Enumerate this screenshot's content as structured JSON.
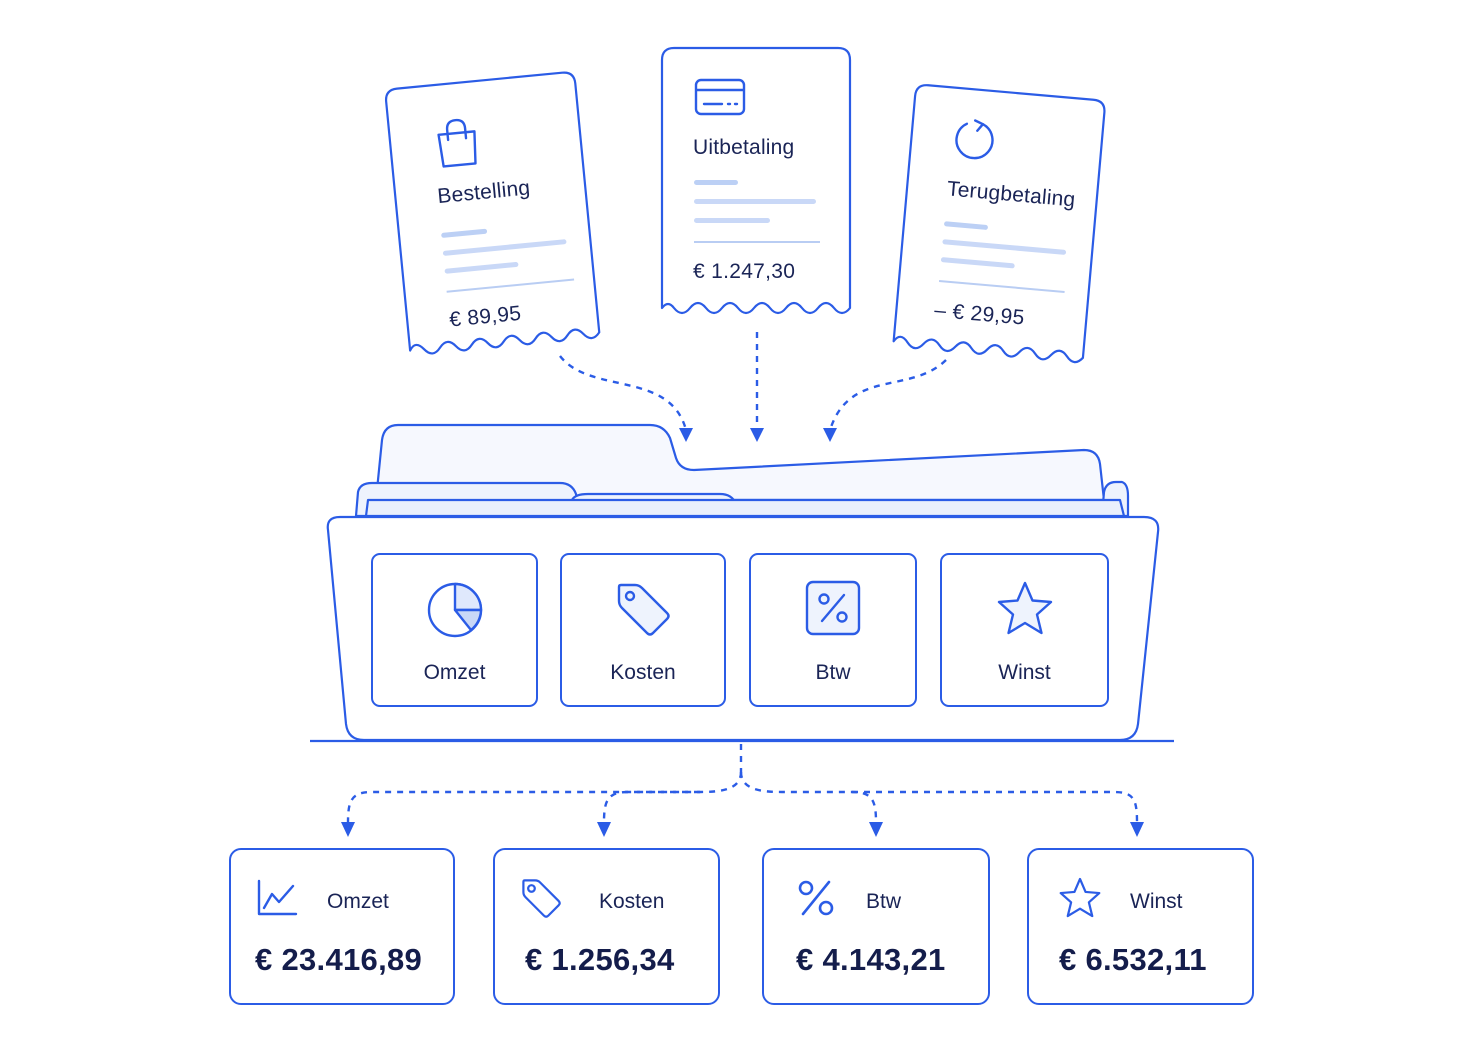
{
  "receipts": [
    {
      "id": "order",
      "icon": "shopping-bag-icon",
      "title": "Bestelling",
      "amount": "€ 89,95"
    },
    {
      "id": "payout",
      "icon": "credit-card-icon",
      "title": "Uitbetaling",
      "amount": "€ 1.247,30"
    },
    {
      "id": "refund",
      "icon": "refresh-icon",
      "title": "Terugbetaling",
      "amount": "– € 29,95"
    }
  ],
  "folder": {
    "icon": "folder-icon",
    "categories": [
      {
        "icon": "pie-chart-icon",
        "label": "Omzet"
      },
      {
        "icon": "price-tag-icon",
        "label": "Kosten"
      },
      {
        "icon": "percent-box-icon",
        "label": "Btw"
      },
      {
        "icon": "star-icon",
        "label": "Winst"
      }
    ]
  },
  "results": [
    {
      "icon": "line-chart-icon",
      "label": "Omzet",
      "value": "€ 23.416,89"
    },
    {
      "icon": "price-tag-icon",
      "label": "Kosten",
      "value": "€ 1.256,34"
    },
    {
      "icon": "percent-icon",
      "label": "Btw",
      "value": "€ 4.143,21"
    },
    {
      "icon": "star-icon",
      "label": "Winst",
      "value": "€ 6.532,11"
    }
  ],
  "colors": {
    "accent": "#2b5ce6",
    "text": "#1a2456",
    "soft_line": "#c9d8f7",
    "folder_fill": "#f6f8fe"
  }
}
